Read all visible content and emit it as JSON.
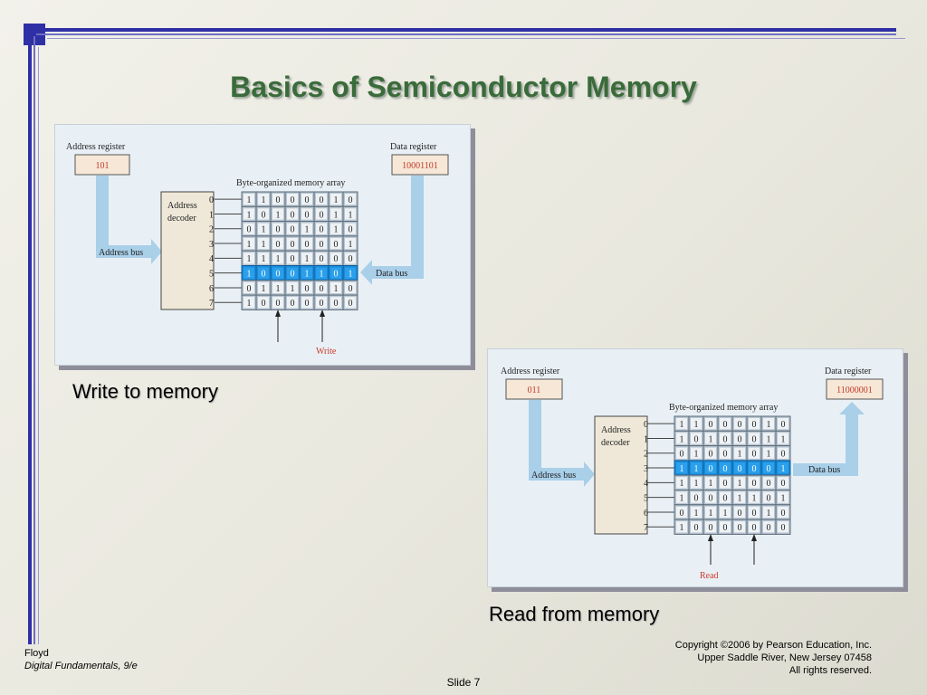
{
  "title": "Basics of Semiconductor Memory",
  "write_panel": {
    "address_register_label": "Address register",
    "address_value": "101",
    "data_register_label": "Data register",
    "data_value": "10001101",
    "array_label": "Byte-organized memory array",
    "decoder_label_1": "Address",
    "decoder_label_2": "decoder",
    "address_bus_label": "Address bus",
    "data_bus_label": "Data bus",
    "control_label": "Write",
    "selected_row": 5,
    "rows": [
      [
        "1",
        "1",
        "0",
        "0",
        "0",
        "0",
        "1",
        "0"
      ],
      [
        "1",
        "0",
        "1",
        "0",
        "0",
        "0",
        "1",
        "1"
      ],
      [
        "0",
        "1",
        "0",
        "0",
        "1",
        "0",
        "1",
        "0"
      ],
      [
        "1",
        "1",
        "0",
        "0",
        "0",
        "0",
        "0",
        "1"
      ],
      [
        "1",
        "1",
        "1",
        "0",
        "1",
        "0",
        "0",
        "0"
      ],
      [
        "1",
        "0",
        "0",
        "0",
        "1",
        "1",
        "0",
        "1"
      ],
      [
        "0",
        "1",
        "1",
        "1",
        "0",
        "0",
        "1",
        "0"
      ],
      [
        "1",
        "0",
        "0",
        "0",
        "0",
        "0",
        "0",
        "0"
      ]
    ]
  },
  "read_panel": {
    "address_register_label": "Address register",
    "address_value": "011",
    "data_register_label": "Data register",
    "data_value": "11000001",
    "array_label": "Byte-organized memory array",
    "decoder_label_1": "Address",
    "decoder_label_2": "decoder",
    "address_bus_label": "Address bus",
    "data_bus_label": "Data bus",
    "control_label": "Read",
    "selected_row": 3,
    "rows": [
      [
        "1",
        "1",
        "0",
        "0",
        "0",
        "0",
        "1",
        "0"
      ],
      [
        "1",
        "0",
        "1",
        "0",
        "0",
        "0",
        "1",
        "1"
      ],
      [
        "0",
        "1",
        "0",
        "0",
        "1",
        "0",
        "1",
        "0"
      ],
      [
        "1",
        "1",
        "0",
        "0",
        "0",
        "0",
        "0",
        "1"
      ],
      [
        "1",
        "1",
        "1",
        "0",
        "1",
        "0",
        "0",
        "0"
      ],
      [
        "1",
        "0",
        "0",
        "0",
        "1",
        "1",
        "0",
        "1"
      ],
      [
        "0",
        "1",
        "1",
        "1",
        "0",
        "0",
        "1",
        "0"
      ],
      [
        "1",
        "0",
        "0",
        "0",
        "0",
        "0",
        "0",
        "0"
      ]
    ]
  },
  "captions": {
    "write": "Write to memory",
    "read": "Read from memory"
  },
  "row_indices": [
    "0",
    "1",
    "2",
    "3",
    "4",
    "5",
    "6",
    "7"
  ],
  "footer": {
    "author": "Floyd",
    "book": "Digital Fundamentals, 9/e",
    "copyright_1": "Copyright ©2006 by Pearson Education, Inc.",
    "copyright_2": "Upper Saddle River, New Jersey 07458",
    "copyright_3": "All rights reserved.",
    "slide": "Slide 7"
  },
  "colors": {
    "title": "#3a6b3a",
    "frame": "#2f2fa6",
    "highlight_row": "#1a8ad8",
    "bus_arrow": "#a9cfe9",
    "register_box": "#f6e7d6",
    "control_text": "#cc3a2a"
  }
}
